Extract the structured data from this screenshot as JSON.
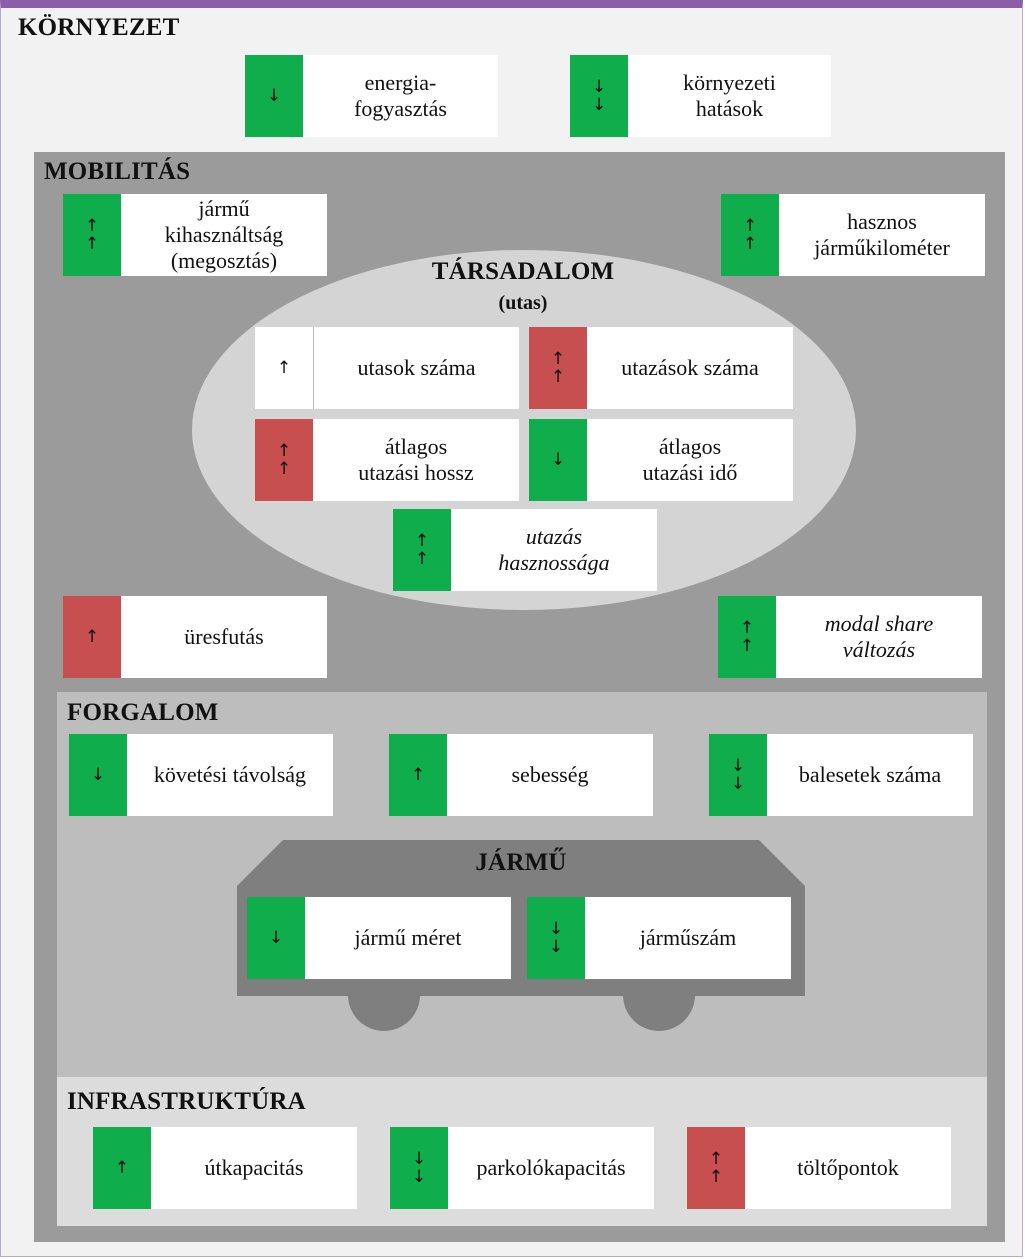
{
  "regions": {
    "kornyezet": "KÖRNYEZET",
    "mobilitas": "MOBILITÁS",
    "tarsadalom": "TÁRSADALOM",
    "tarsadalom_sub": "(utas)",
    "forgalom": "FORGALOM",
    "jarmu": "JÁRMŰ",
    "infrastruktura": "INFRASTRUKTÚRA"
  },
  "boxes": {
    "energia": {
      "label": "energia-\nfogyasztás",
      "arrows": "↓",
      "color": "green"
    },
    "kornyezeti_hatasok": {
      "label": "környezeti\nhatások",
      "arrows": "↓\n↓",
      "color": "green"
    },
    "jarmu_kihasznaltsag": {
      "label": "jármű\nkihasználtság\n(megosztás)",
      "arrows": "↑\n↑",
      "color": "green"
    },
    "hasznos_jarmukm": {
      "label": "hasznos\njárműkilométer",
      "arrows": "↑\n↑",
      "color": "green"
    },
    "utasok_szama": {
      "label": "utasok száma",
      "arrows": "↑",
      "color": "white"
    },
    "utazasok_szama": {
      "label": "utazások száma",
      "arrows": "↑\n↑",
      "color": "red"
    },
    "atlagos_hossz": {
      "label": "átlagos\nutazási hossz",
      "arrows": "↑\n↑",
      "color": "red"
    },
    "atlagos_ido": {
      "label": "átlagos\nutazási idő",
      "arrows": "↓",
      "color": "green"
    },
    "utazas_hasznossaga": {
      "label": "utazás\nhasznossága",
      "arrows": "↑\n↑",
      "color": "green"
    },
    "uresfutas": {
      "label": "üresfutás",
      "arrows": "↑",
      "color": "red"
    },
    "modal_share": {
      "label": "modal share\nváltozás",
      "arrows": "↑\n↑",
      "color": "green"
    },
    "kovetesi_tavolsag": {
      "label": "követési távolság",
      "arrows": "↓",
      "color": "green"
    },
    "sebesseg": {
      "label": "sebesség",
      "arrows": "↑",
      "color": "green"
    },
    "balesetek_szama": {
      "label": "balesetek száma",
      "arrows": "↓\n↓",
      "color": "green"
    },
    "jarmu_meret": {
      "label": "jármű méret",
      "arrows": "↓",
      "color": "green"
    },
    "jarmuszam": {
      "label": "járműszám",
      "arrows": "↓\n↓",
      "color": "green"
    },
    "utkapacitas": {
      "label": "útkapacitás",
      "arrows": "↑",
      "color": "green"
    },
    "parkolokapacitas": {
      "label": "parkolókapacitás",
      "arrows": "↓\n↓",
      "color": "green"
    },
    "toltopontok": {
      "label": "töltőpontok",
      "arrows": "↑\n↑",
      "color": "red"
    }
  },
  "colors": {
    "green": "#0fad4c",
    "red": "#c84f4f",
    "frame_purple": "#8b5fa8"
  }
}
